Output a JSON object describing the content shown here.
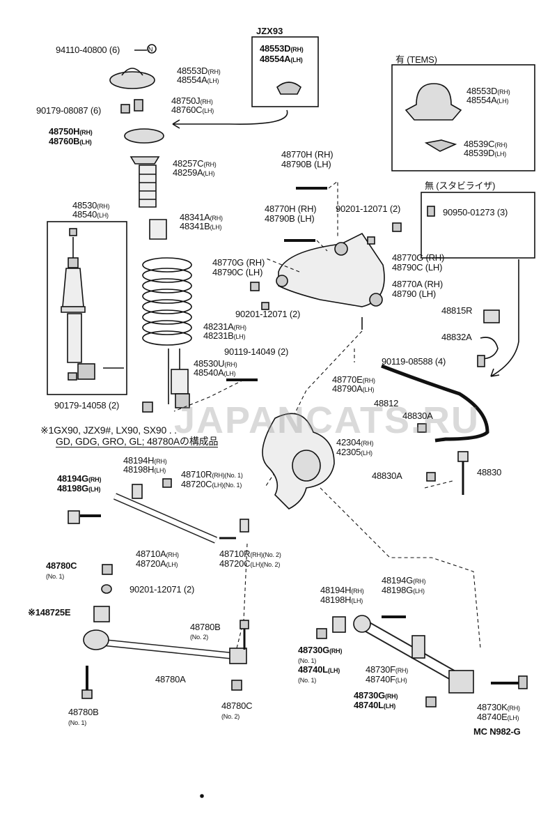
{
  "inset_boxes": {
    "jzx93_title": "JZX93",
    "tems_title": "有 (TEMS)",
    "stabilizer_title": "無 (スタビライザ)"
  },
  "labels": {
    "p94110": "94110-40800 (6)",
    "n_mark": "N",
    "p48553D": "48553D",
    "p48554A": "48554A",
    "p48553D_b": "48553D",
    "p48554A_b": "48554A",
    "p48553D_c": "48553D",
    "p48554A_c": "48554A",
    "p48539C": "48539C",
    "p48539D": "48539D",
    "p90179_08087": "90179-08087 (6)",
    "p48750J": "48750J",
    "p48760C": "48760C",
    "p48750H": "48750H",
    "p48760B": "48760B",
    "p48257C": "48257C",
    "p48259A": "48259A",
    "p48770H_a": "48770H (RH)",
    "p48790B_a": "48790B (LH)",
    "p48530": "48530",
    "p48540": "48540",
    "p48341A": "48341A",
    "p48341B": "48341B",
    "p48770H_b": "48770H (RH)",
    "p48790B_b": "48790B (LH)",
    "p90201_a": "90201-12071 (2)",
    "p90950": "90950-01273 (3)",
    "p48770G_a": "48770G (RH)",
    "p48790C_a": "48790C (LH)",
    "p48770G_b": "48770G (RH)",
    "p48790C_b": "48790C (LH)",
    "p48770A": "48770A (RH)",
    "p48790": "48790 (LH)",
    "p90201_b": "90201-12071 (2)",
    "p48815R": "48815R",
    "p48832A": "48832A",
    "p48231A": "48231A",
    "p48231B": "48231B",
    "p90119_14049": "90119-14049 (2)",
    "p90119_08588": "90119-08588 (4)",
    "p48530U": "48530U",
    "p48540A": "48540A",
    "p48770E": "48770E",
    "p48790A": "48790A",
    "p48812": "48812",
    "p90179_14058": "90179-14058 (2)",
    "p48830A_a": "48830A",
    "note_line1": "※1GX90, JZX9#, LX90, SX90 . .",
    "note_line2": "GD, GDG, GRO, GL; 48780Aの構成品",
    "p42304": "42304",
    "p42305": "42305",
    "p48194H_a": "48194H",
    "p48198H_a": "48198H",
    "p48710R_a": "48710R",
    "p48720C_a": "48720C",
    "p48194G_a": "48194G",
    "p48198G_a": "48198G",
    "p48830A_b": "48830A",
    "p48830": "48830",
    "p48710A": "48710A",
    "p48720A": "48720A",
    "p48710R_b": "48710R",
    "p48720C_b": "48720C",
    "p48780C_a": "48780C",
    "no1_a": "(No. 1)",
    "p90201_c": "90201-12071 (2)",
    "p48194G_b": "48194G",
    "p48198G_b": "48198G",
    "p48194H_b": "48194H",
    "p48198H_b": "48198H",
    "p48725E": "※148725E",
    "p48780B_a": "48780B",
    "no2_a": "(No. 2)",
    "p48730G_a": "48730G",
    "no1_b": "(No. 1)",
    "p48740L_a": "48740L",
    "no1_c": "(No. 1)",
    "p48730F": "48730F",
    "p48740F": "48740F",
    "p48780A": "48780A",
    "p48730G_b": "48730G",
    "p48740L_b": "48740L",
    "p48730K": "48730K",
    "p48740E": "48740E",
    "p48780B_b": "48780B",
    "no1_d": "(No. 1)",
    "p48780C_b": "48780C",
    "no2_b": "(No. 2)",
    "diagram_code": "MC N982-G",
    "sub_rh": "(RH)",
    "sub_lh": "(LH)",
    "sub_rh_no1": "(RH)(No. 1)",
    "sub_lh_no1": "(LH)(No. 1)",
    "sub_rh_no2": "(RH)(No. 2)",
    "sub_lh_no2": "(LH)(No. 2)"
  },
  "watermark": "JAPANCATS.RU",
  "colors": {
    "ink": "#111111",
    "paper": "#ffffff",
    "watermark": "#9a9a9a"
  }
}
